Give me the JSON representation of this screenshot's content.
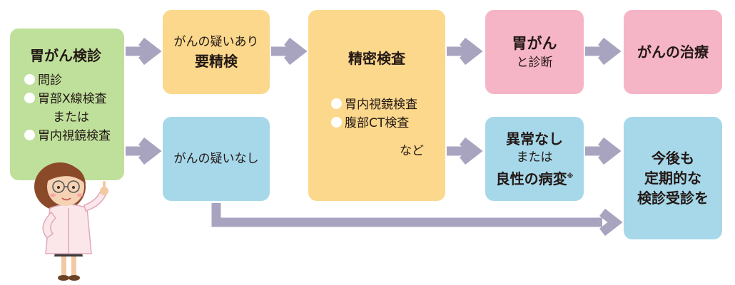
{
  "diagram": {
    "screening": {
      "title": "胃がん検診",
      "items": [
        "問診",
        "胃部X線検査"
      ],
      "or": "または",
      "item3": "胃内視鏡検査"
    },
    "suspected": {
      "line1": "がんの疑いあり",
      "line2": "要精検"
    },
    "not_suspected": {
      "label": "がんの疑いなし"
    },
    "detailed": {
      "title": "精密検査",
      "items": [
        "胃内視鏡検査",
        "腹部CT検査"
      ],
      "etc": "など"
    },
    "diagnosed": {
      "line1": "胃がん",
      "line2": "と診断"
    },
    "treatment": {
      "label": "がんの治療"
    },
    "benign": {
      "line1": "異常なし",
      "line2": "または",
      "line3": "良性の病変",
      "note_mark": "※"
    },
    "regular": {
      "line1": "今後も",
      "line2": "定期的な",
      "line3": "検診受診を"
    },
    "colors": {
      "green": "#bfe09b",
      "yellow": "#fbd88c",
      "blue": "#a6d8ea",
      "pink": "#f6b5c6",
      "arrow": "#a8a4c0"
    },
    "decoration": "doctor-illustration"
  }
}
